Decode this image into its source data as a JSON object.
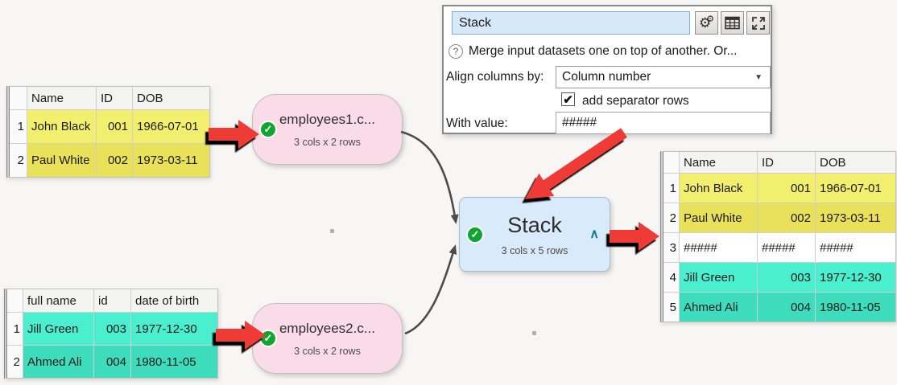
{
  "panel": {
    "title_value": "Stack",
    "help_text": "Merge input datasets one on top of another. Or...",
    "align_label": "Align columns by:",
    "align_value": "Column number",
    "separator_label": "add separator rows",
    "separator_checked": true,
    "with_label": "With value:",
    "with_value": "#####"
  },
  "nodes": {
    "input1": {
      "title": "employees1.c...",
      "subtitle": "3 cols x 2 rows"
    },
    "input2": {
      "title": "employees2.c...",
      "subtitle": "3 cols x 2 rows"
    },
    "stack": {
      "title": "Stack",
      "subtitle": "3 cols x 5 rows"
    }
  },
  "tables": {
    "input1": {
      "headers": [
        "Name",
        "ID",
        "DOB"
      ],
      "rows": [
        {
          "num": "1",
          "name": "John Black",
          "id": "001",
          "dob": "1966-07-01"
        },
        {
          "num": "2",
          "name": "Paul White",
          "id": "002",
          "dob": "1973-03-11"
        }
      ]
    },
    "input2": {
      "headers": [
        "full name",
        "id",
        "date of birth"
      ],
      "rows": [
        {
          "num": "1",
          "name": "Jill Green",
          "id": "003",
          "dob": "1977-12-30"
        },
        {
          "num": "2",
          "name": "Ahmed Ali",
          "id": "004",
          "dob": "1980-11-05"
        }
      ]
    },
    "output": {
      "headers": [
        "Name",
        "ID",
        "DOB"
      ],
      "rows": [
        {
          "num": "1",
          "name": "John Black",
          "id": "001",
          "dob": "1966-07-01"
        },
        {
          "num": "2",
          "name": "Paul White",
          "id": "002",
          "dob": "1973-03-11"
        },
        {
          "num": "3",
          "name": "#####",
          "id": "#####",
          "dob": "#####"
        },
        {
          "num": "4",
          "name": "Jill Green",
          "id": "003",
          "dob": "1977-12-30"
        },
        {
          "num": "5",
          "name": "Ahmed Ali",
          "id": "004",
          "dob": "1980-11-05"
        }
      ]
    }
  },
  "icons": {
    "check": "✓",
    "checkbox_check": "✔",
    "dropdown_arrow": "▼",
    "help": "?",
    "gear": "⚙",
    "caret_up": "∧"
  },
  "colors": {
    "row_yellow": "#f3ef6e",
    "row_yellow_alt": "#e9e15a",
    "row_teal": "#49efcf",
    "row_teal_alt": "#3cdcbd",
    "node_input_pink": "#fadce9",
    "node_transform_blue": "#d9ebfa",
    "status_ok_green": "#10a52e",
    "annotation_red": "#ee3a34"
  }
}
